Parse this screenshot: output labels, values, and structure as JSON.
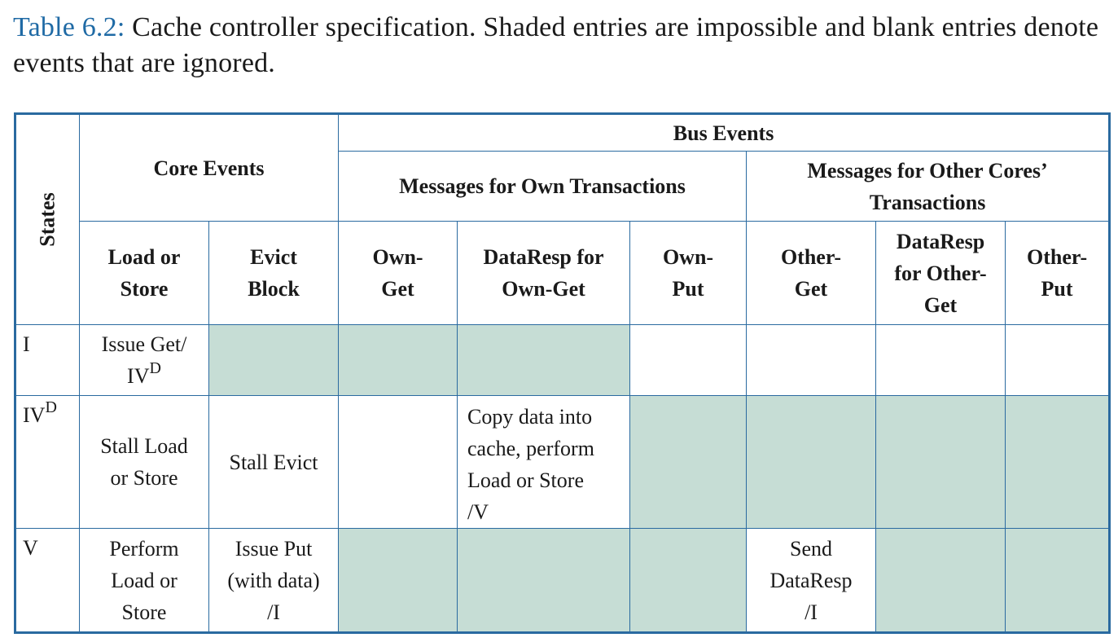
{
  "caption": {
    "label": "Table 6.2:",
    "text": " Cache controller specification. Shaded entries are impossible and blank entries denote events that are ignored."
  },
  "colors": {
    "border": "#2a6aa0",
    "shaded": "#c6ddd5",
    "caption_label": "#1f6aa5"
  },
  "table": {
    "states_header": "States",
    "core_events_header": "Core Events",
    "bus_events_header": "Bus Events",
    "own_transactions_header": "Messages for Own Transactions",
    "other_transactions_header_line1": "Messages for Other Cores’",
    "other_transactions_header_line2": "Transactions",
    "columns": {
      "load_store_1": "Load or",
      "load_store_2": "Store",
      "evict_1": "Evict",
      "evict_2": "Block",
      "own_get_1": "Own-",
      "own_get_2": "Get",
      "dataresp_own_1": "DataResp for",
      "dataresp_own_2": "Own-Get",
      "own_put_1": "Own-",
      "own_put_2": "Put",
      "other_get_1": "Other-",
      "other_get_2": "Get",
      "dataresp_other_1": "DataResp",
      "dataresp_other_2": "for Other-",
      "dataresp_other_3": "Get",
      "other_put_1": "Other-",
      "other_put_2": "Put"
    },
    "rows": {
      "I": {
        "state": "I",
        "load_store_1": "Issue Get/",
        "load_store_2_base": "IV",
        "load_store_2_sup": "D"
      },
      "IVD": {
        "state_base": "IV",
        "state_sup": "D",
        "load_store_1": "Stall Load",
        "load_store_2": "or Store",
        "evict": "Stall Evict",
        "dataresp_own_1": "Copy data into",
        "dataresp_own_2": "cache, perform",
        "dataresp_own_3": "Load or Store",
        "dataresp_own_4": "/V"
      },
      "V": {
        "state": "V",
        "load_store_1": "Perform",
        "load_store_2": "Load or",
        "load_store_3": "Store",
        "evict_1": "Issue Put",
        "evict_2": "(with data)",
        "evict_3": "/I",
        "other_get_1": "Send",
        "other_get_2": "DataResp",
        "other_get_3": "/I"
      }
    }
  }
}
